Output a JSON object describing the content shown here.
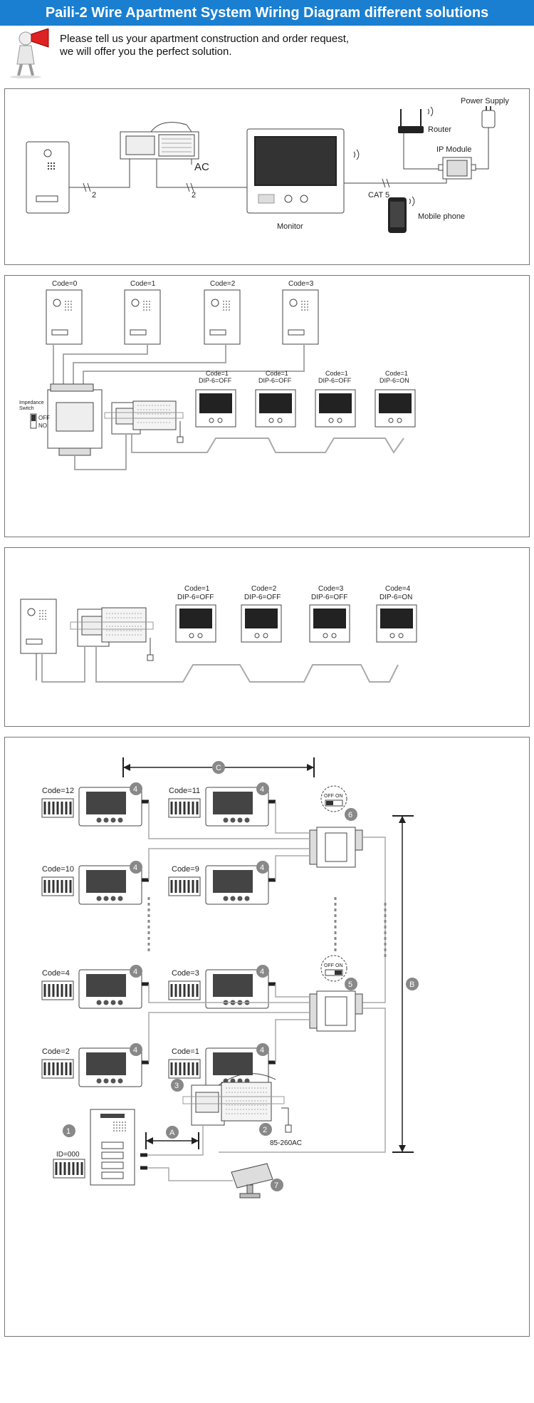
{
  "header": {
    "title": "Paili-2 Wire Apartment System Wiring Diagram different solutions"
  },
  "intro": {
    "line1": "Please tell us your apartment construction and order request,",
    "line2": "we will offer you the perfect solution."
  },
  "panel1": {
    "wire_a": "2",
    "wire_b": "2",
    "ac": "AC",
    "monitor": "Monitor",
    "cat5": "CAT 5",
    "router": "Router",
    "power_supply": "Power Supply",
    "ip_module": "IP Module",
    "mobile": "Mobile phone"
  },
  "panel2": {
    "outdoor_codes": [
      "Code=0",
      "Code=1",
      "Code=2",
      "Code=3"
    ],
    "monitor_codes": [
      "Code=1",
      "Code=1",
      "Code=1",
      "Code=1"
    ],
    "monitor_dips": [
      "DIP-6=OFF",
      "DIP-6=OFF",
      "DIP-6=OFF",
      "DIP-6=ON"
    ],
    "impedance_line1": "Impedance",
    "impedance_line2": "Switch",
    "off": "OFF",
    "no": "NO"
  },
  "panel3": {
    "monitor_codes": [
      "Code=1",
      "Code=2",
      "Code=3",
      "Code=4"
    ],
    "monitor_dips": [
      "DIP-6=OFF",
      "DIP-6=OFF",
      "DIP-6=OFF",
      "DIP-6=ON"
    ]
  },
  "panel4": {
    "codes": [
      "Code=12",
      "Code=11",
      "Code=10",
      "Code=9",
      "Code=4",
      "Code=3",
      "Code=2",
      "Code=1"
    ],
    "mark_c": "C",
    "mark_b": "B",
    "mark_a": "A",
    "n1": "1",
    "n2": "2",
    "n3": "3",
    "n4": "4",
    "n5": "5",
    "n6": "6",
    "n7": "7",
    "off_on_a": "OFF  ON",
    "off_on_b": "OFF  ON",
    "id": "ID=000",
    "voltage": "85-260AC"
  }
}
